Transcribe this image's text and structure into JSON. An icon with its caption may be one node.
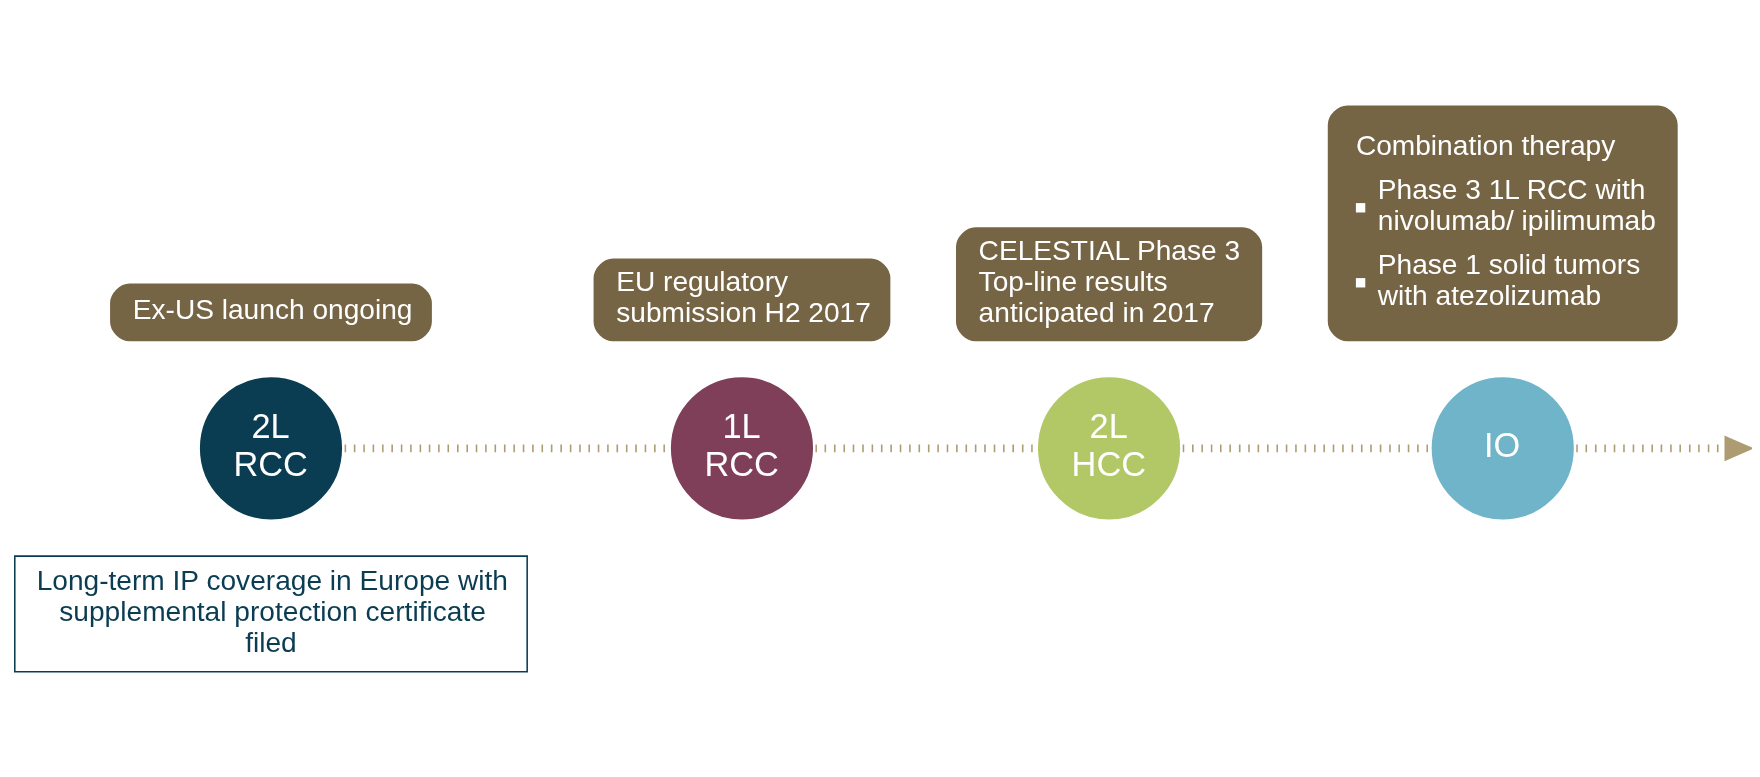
{
  "diagram": {
    "nodes": [
      {
        "text": [
          "Long-term IP coverage in Europe with supplemental protection certificate filed"
        ]
      },
      {
        "text": [
          "2L RCC"
        ]
      },
      {
        "text": [
          "Ex-US launch ongoing"
        ]
      },
      {
        "text": [
          "1L RCC"
        ]
      },
      {
        "text": [
          "EU regulatory submission H2 2017"
        ]
      },
      {
        "text": [
          "2L HCC"
        ]
      },
      {
        "text": [
          "CELESTIAL Phase 3 Top-line results anticipated in 2017"
        ]
      },
      {
        "text": [
          "IO"
        ]
      },
      {
        "text": [
          "Combination therapy",
          "Phase 3 1L RCC with nivolumab/ ipilimumab",
          "Phase 1 solid tumors with atezolizumab"
        ]
      }
    ],
    "edges": [
      {
        "from": 1,
        "to": 3,
        "arrow": "none",
        "style": "dashed"
      },
      {
        "from": 3,
        "to": 5,
        "arrow": "none",
        "style": "dashed"
      },
      {
        "from": 5,
        "to": 7,
        "arrow": "none",
        "style": "dashed"
      },
      {
        "from": 7,
        "to": null,
        "arrow": "to",
        "style": "dashed"
      }
    ]
  }
}
